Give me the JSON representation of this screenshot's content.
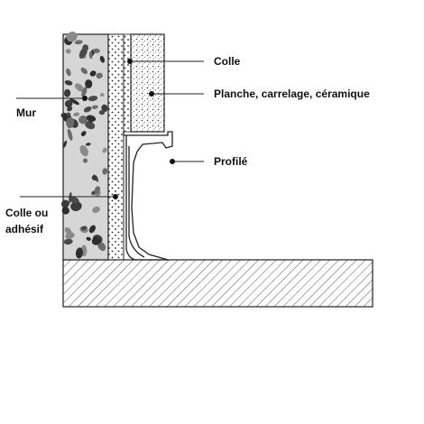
{
  "labels": {
    "mur": "Mur",
    "colle_top": "Colle",
    "planche": "Planche, carrelage, céramique",
    "profile": "Profilé",
    "colle_ou_line1": "Colle ou",
    "colle_ou_line2": "adhésif"
  },
  "colors": {
    "stroke": "#222222",
    "hatch": "#555555",
    "stone_dark": "#2e2e2e",
    "stone_light": "#d4d4d4"
  }
}
